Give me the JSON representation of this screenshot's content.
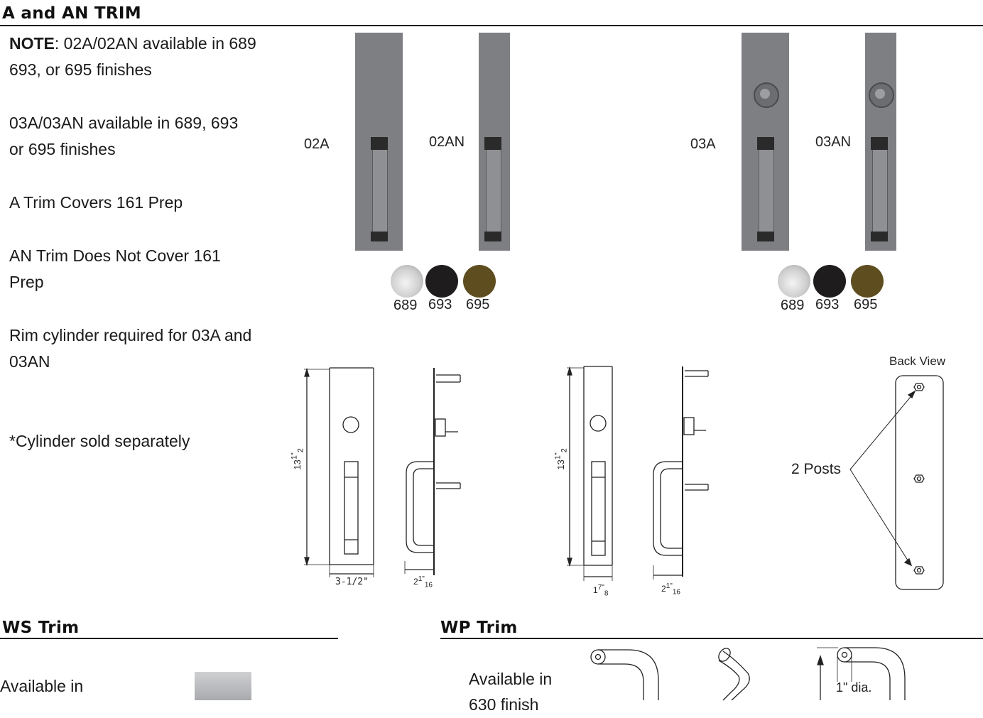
{
  "section_a": {
    "title": "A and AN TRIM",
    "note_label": "NOTE",
    "note_1": ": 02A/02AN available in 689 693, or 695 finishes",
    "note_2": "03A/03AN available in 689, 693 or 695 finishes",
    "note_3": "A Trim Covers 161 Prep",
    "note_4": "AN Trim Does Not Cover 161 Prep",
    "note_5": "Rim cylinder required for 03A and 03AN",
    "note_6": "*Cylinder sold separately",
    "trims": [
      "02A",
      "02AN",
      "03A",
      "03AN"
    ],
    "finishes": [
      "689",
      "693",
      "695"
    ],
    "finish_colors": {
      "689": "#d8d8d8",
      "693": "#1e1c1d",
      "695": "#5e4d1f"
    },
    "back_view_label": "Back View",
    "posts_label": "2 Posts",
    "dims": {
      "height_frac": "1\"",
      "height_whole": "13",
      "height_den": "2",
      "width_a": "3-1/2\"",
      "width_an_whole": "1",
      "width_an_num": "7\"",
      "width_an_den": "8",
      "proj_whole": "2",
      "proj_num": "1\"",
      "proj_den": "16"
    }
  },
  "section_ws": {
    "title": "WS Trim",
    "text": "Available in"
  },
  "section_wp": {
    "title": "WP Trim",
    "text": "Available in",
    "text_2": "630 finish",
    "dia_label": "1\" dia."
  }
}
